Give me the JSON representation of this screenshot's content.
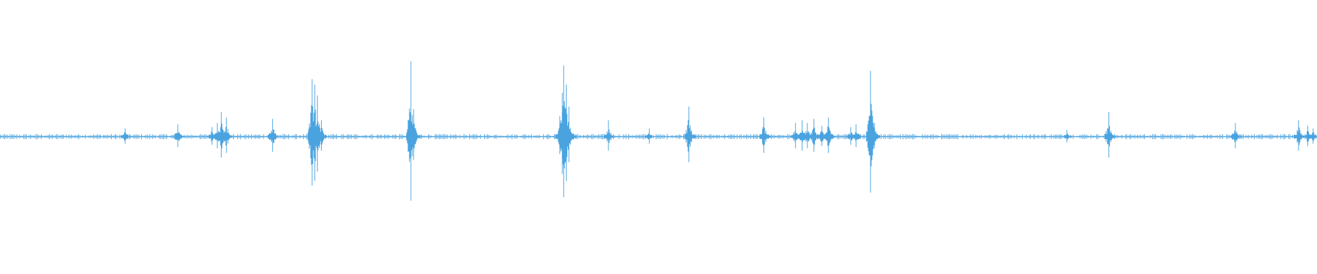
{
  "waveform": {
    "color": "#4aa3df",
    "baseline_noise": 0.015,
    "duration": 1,
    "events": [
      {
        "t": 0.095,
        "amp": 0.06
      },
      {
        "t": 0.135,
        "amp": 0.09
      },
      {
        "t": 0.161,
        "amp": 0.07
      },
      {
        "t": 0.165,
        "amp": 0.1
      },
      {
        "t": 0.168,
        "amp": 0.18
      },
      {
        "t": 0.172,
        "amp": 0.14
      },
      {
        "t": 0.207,
        "amp": 0.13
      },
      {
        "t": 0.237,
        "amp": 0.42
      },
      {
        "t": 0.239,
        "amp": 0.38
      },
      {
        "t": 0.241,
        "amp": 0.3
      },
      {
        "t": 0.244,
        "amp": 0.12
      },
      {
        "t": 0.312,
        "amp": 0.55
      },
      {
        "t": 0.314,
        "amp": 0.2
      },
      {
        "t": 0.425,
        "amp": 0.15
      },
      {
        "t": 0.427,
        "amp": 0.32
      },
      {
        "t": 0.428,
        "amp": 0.52
      },
      {
        "t": 0.43,
        "amp": 0.38
      },
      {
        "t": 0.432,
        "amp": 0.22
      },
      {
        "t": 0.462,
        "amp": 0.12
      },
      {
        "t": 0.493,
        "amp": 0.06
      },
      {
        "t": 0.523,
        "amp": 0.22
      },
      {
        "t": 0.58,
        "amp": 0.14
      },
      {
        "t": 0.604,
        "amp": 0.1
      },
      {
        "t": 0.609,
        "amp": 0.12
      },
      {
        "t": 0.613,
        "amp": 0.1
      },
      {
        "t": 0.618,
        "amp": 0.13
      },
      {
        "t": 0.624,
        "amp": 0.08
      },
      {
        "t": 0.629,
        "amp": 0.14
      },
      {
        "t": 0.646,
        "amp": 0.07
      },
      {
        "t": 0.65,
        "amp": 0.09
      },
      {
        "t": 0.661,
        "amp": 0.48
      },
      {
        "t": 0.664,
        "amp": 0.1
      },
      {
        "t": 0.81,
        "amp": 0.05
      },
      {
        "t": 0.842,
        "amp": 0.18
      },
      {
        "t": 0.938,
        "amp": 0.1
      },
      {
        "t": 0.986,
        "amp": 0.12
      },
      {
        "t": 0.993,
        "amp": 0.08
      },
      {
        "t": 0.997,
        "amp": 0.06
      }
    ]
  }
}
